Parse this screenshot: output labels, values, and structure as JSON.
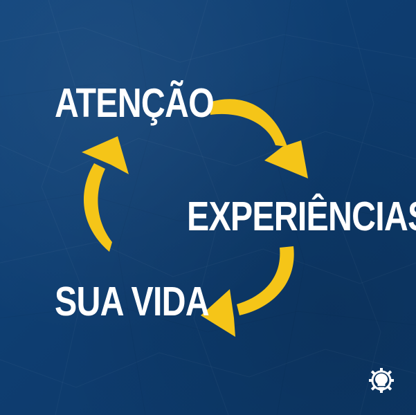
{
  "diagram": {
    "nodes": [
      {
        "label": "ATENÇÃO"
      },
      {
        "label": "EXPERIÊNCIAS"
      },
      {
        "label": "SUA VIDA"
      }
    ],
    "colors": {
      "background": "#0f3f73",
      "arrow": "#f5c518",
      "text": "#ffffff"
    },
    "icons": {
      "brand_logo": "lightbulb-gear-icon"
    }
  }
}
